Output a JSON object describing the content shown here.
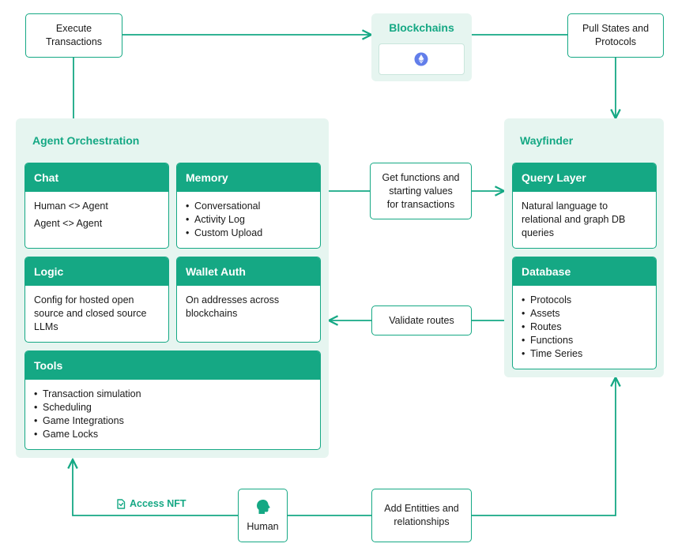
{
  "colors": {
    "accent": "#15a884",
    "panel_bg": "#e6f5f0",
    "ethereum": "#627eea"
  },
  "nodes": {
    "execute": "Execute\nTransactions",
    "pull": "Pull States and\nProtocols",
    "get_functions": "Get functions and\nstarting values\nfor transactions",
    "validate": "Validate routes",
    "add_entities": "Add Entitties and\nrelationships",
    "human": "Human",
    "access_nft": "Access NFT"
  },
  "blockchains": {
    "title": "Blockchains",
    "icon": "ethereum-icon"
  },
  "agent": {
    "title": "Agent Orchestration",
    "chat": {
      "title": "Chat",
      "lines": [
        "Human <> Agent",
        "Agent <> Agent"
      ]
    },
    "memory": {
      "title": "Memory",
      "items": [
        "Conversational",
        "Activity Log",
        "Custom Upload"
      ]
    },
    "logic": {
      "title": "Logic",
      "text": "Config for hosted open source and closed source LLMs"
    },
    "wallet": {
      "title": "Wallet Auth",
      "text": "On addresses across blockchains"
    },
    "tools": {
      "title": "Tools",
      "items": [
        "Transaction simulation",
        "Scheduling",
        "Game Integrations",
        "Game Locks"
      ]
    }
  },
  "wayfinder": {
    "title": "Wayfinder",
    "query": {
      "title": "Query Layer",
      "text": "Natural language to relational and graph DB queries"
    },
    "database": {
      "title": "Database",
      "items": [
        "Protocols",
        "Assets",
        "Routes",
        "Functions",
        "Time Series"
      ]
    }
  }
}
